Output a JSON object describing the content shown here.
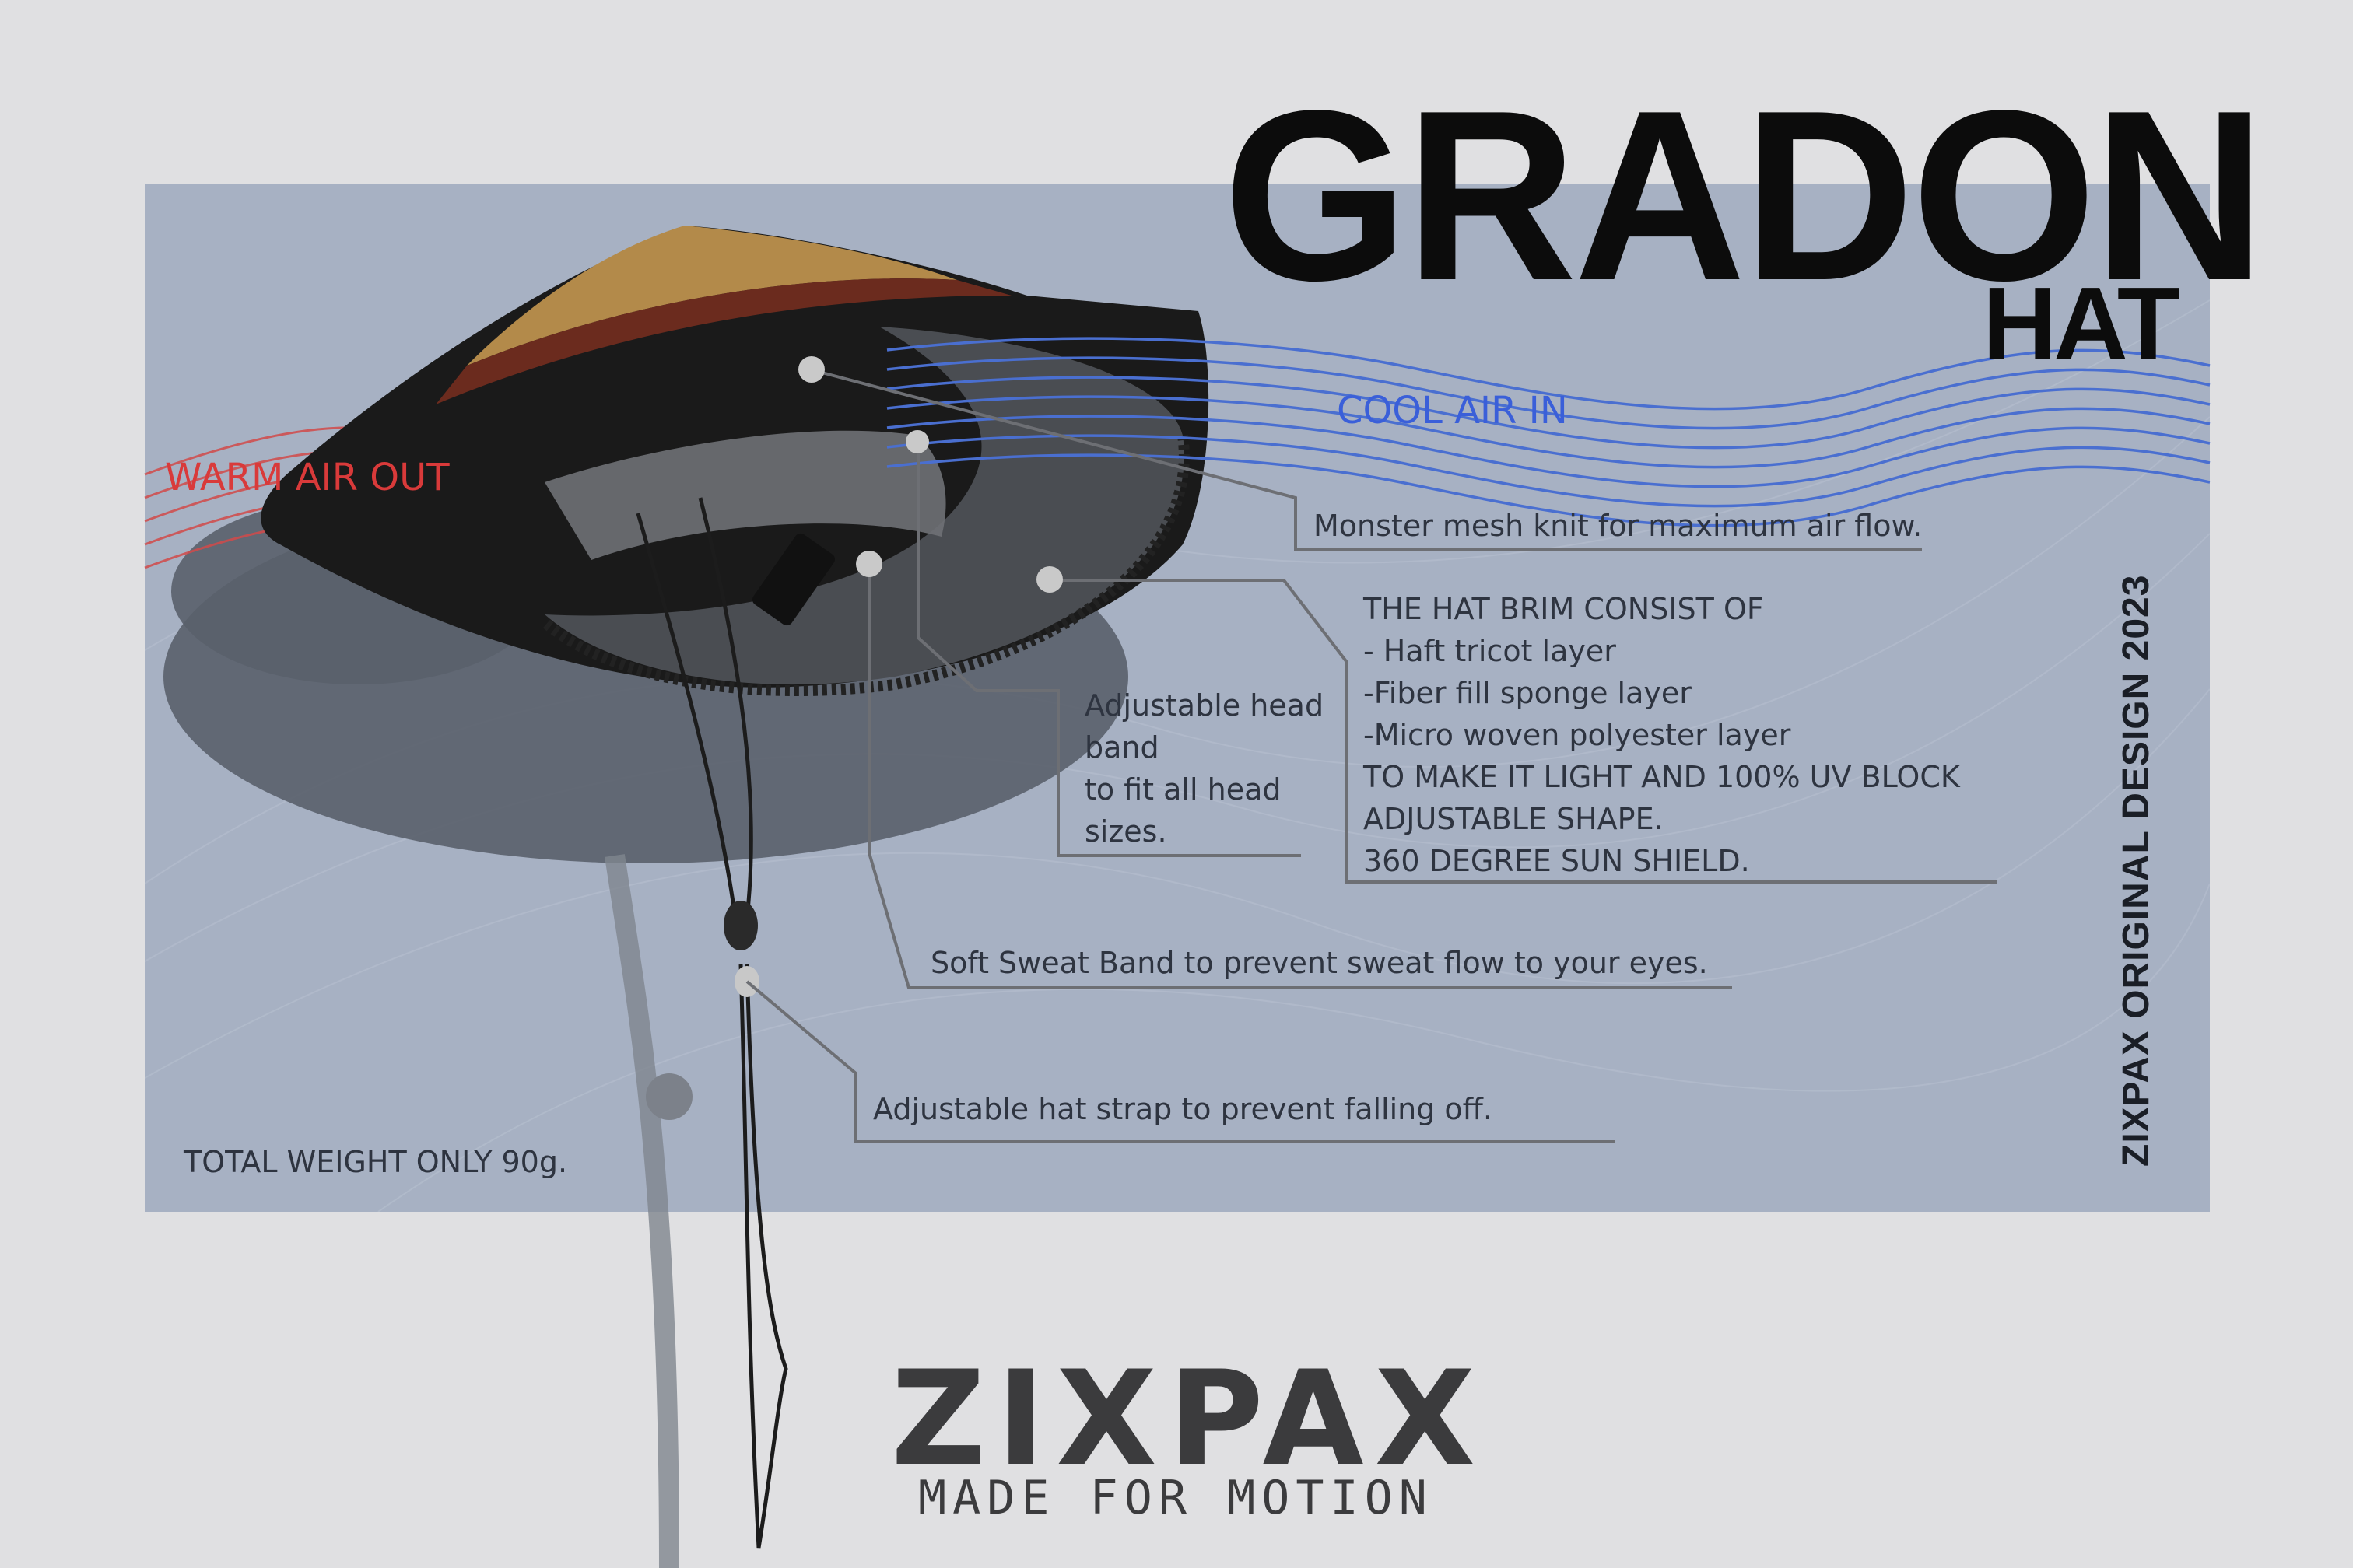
{
  "product": {
    "name": "GRADON",
    "type": "HAT"
  },
  "airflow": {
    "warm_label": "WARM AIR OUT",
    "cool_label": "COOL AIR IN",
    "warm_color": "#d93a3a",
    "cool_color": "#3a5fd9"
  },
  "callouts": {
    "mesh": "Monster mesh knit for maximum air flow.",
    "brim": {
      "heading": "THE HAT BRIM CONSIST OF",
      "lines": [
        "- Haft tricot layer",
        "-Fiber fill sponge layer",
        "-Micro woven polyester layer",
        "TO MAKE IT LIGHT AND 100% UV BLOCK",
        "ADJUSTABLE SHAPE.",
        "360 DEGREE SUN SHIELD."
      ]
    },
    "headband": [
      "Adjustable head",
      "band",
      "to fit all head",
      "sizes."
    ],
    "sweatband": "Soft Sweat Band to prevent sweat flow to your eyes.",
    "strap": "Adjustable hat strap to prevent falling off."
  },
  "weight_note": "TOTAL WEIGHT ONLY 90g.",
  "side_caption": "ZIXPAX ORIGINAL DESIGN 2023",
  "brand": {
    "logo": "ZIXPAX",
    "tagline": "MADE FOR MOTION"
  },
  "colors": {
    "background": "#e0e0e2",
    "panel": "#a7b1c3",
    "text": "#2e3440"
  }
}
